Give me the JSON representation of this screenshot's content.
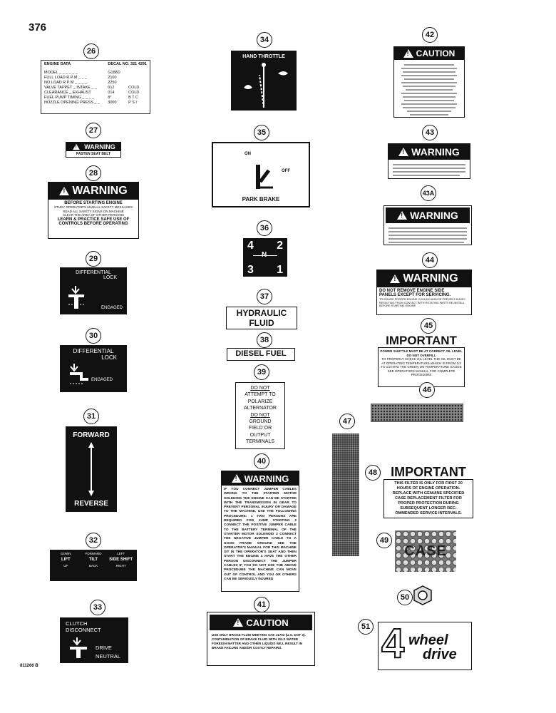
{
  "page_number": "376",
  "footer_code": "811266 B",
  "items": {
    "26": {
      "num": "26",
      "title": "ENGINE DATA",
      "decal": "DECAL NO. 321 4291",
      "rows": [
        [
          "MODEL _ _ _ _ _ _",
          "G188D",
          ""
        ],
        [
          "FULL LOAD R P M _ _ _",
          "2100",
          ""
        ],
        [
          "NO LOAD R P M _ _ _ _",
          "2250",
          ""
        ],
        [
          "VALVE TAPPET _ INTAKE _ _",
          "012",
          "COLD"
        ],
        [
          "CLEARANCE _ EXHAUST",
          "014",
          "COLD"
        ],
        [
          "FUEL PUMP TIMING _ _ _ _",
          "8°",
          "B T C"
        ],
        [
          "NOZZLE OPENING PRESS _ _",
          "3000",
          "P S I"
        ]
      ]
    },
    "27": {
      "num": "27",
      "head": "WARNING",
      "text": "FASTEN SEAT BELT"
    },
    "28": {
      "num": "28",
      "head": "WARNING",
      "l1": "BEFORE STARTING ENGINE",
      "l2": "STUDY OPERATOR'S MANUAL SAFETY MESSAGES",
      "l3": "READ ALL SAFETY SIGNS ON MACHINE",
      "l4": "CLEAR THE AREA OF OTHER PERSONS",
      "l5": "LEARN & PRACTICE SAFE USE OF",
      "l6": "CONTROLS BEFORE OPERATING"
    },
    "29": {
      "num": "29",
      "l1": "DIFFERENTIAL",
      "l2": "LOCK",
      "l3": "ENGAGED"
    },
    "30": {
      "num": "30",
      "l1": "DIFFERENTIAL",
      "l2": "LOCK",
      "l3": "ENGAGED"
    },
    "31": {
      "num": "31",
      "top": "FORWARD",
      "bottom": "REVERSE"
    },
    "32": {
      "num": "32",
      "labels": [
        "DOWN",
        "FORWARD",
        "LEFT",
        "LIFT",
        "TILT",
        "SIDE SHIFT",
        "UP",
        "BACK",
        "RIGHT"
      ]
    },
    "33": {
      "num": "33",
      "l1": "CLUTCH",
      "l2": "DISCONNECT",
      "l3": "DRIVE",
      "l4": "NEUTRAL"
    },
    "34": {
      "num": "34",
      "title": "HAND THROTTLE"
    },
    "35": {
      "num": "35",
      "on": "ON",
      "off": "OFF",
      "title": "PARK BRAKE"
    },
    "36": {
      "num": "36",
      "g4": "4",
      "g2": "2",
      "gn": "N",
      "g3": "3",
      "g1": "1"
    },
    "37": {
      "num": "37",
      "l1": "HYDRAULIC",
      "l2": "FLUID"
    },
    "38": {
      "num": "38",
      "text": "DIESEL FUEL"
    },
    "39": {
      "num": "39",
      "lines": [
        "DO NOT",
        "ATTEMPT TO",
        "POLARIZE",
        "ALTERNATOR",
        "DO NOT",
        "GROUND",
        "FIELD OR",
        "OUTPUT",
        "TERMINALS"
      ]
    },
    "40": {
      "num": "40",
      "head": "WARNING",
      "body": "IF YOU CONNECT JUMPER CABLES WRONG TO THE STARTER MOTOR SOLENOID THE ENGINE CAN BE STARTED WITH THE TRANSMISSION IN GEAR TO PREVENT PERSONAL INJURY OR DAMAGE TO THE MACHINE, USE THE FOLLOWING PROCEDURE: 1 TWO PERSONS ARE REQUIRED FOR JUMP STARTING 2 CONNECT THE POSITIVE JUMPER CABLE TO THE BATTERY TERMINAL OF THE STARTER MOTOR SOLENOID 3 CONNECT THE NEGATIVE JUMPER CABLE TO A GOOD FRAME GROUND SEE THE OPERATOR'S MANUAL FOR THIS MACHINE SIT IN THE OPERATOR'S SEAT AND THEN START THE ENGINE 4 HAVE THE OTHER PERSON DISCONNECT THE JUMPER CABLES IF YOU DO NOT USE THE ABOVE PROCEDURE THE MACHINE CAN MOVE OUT OF CONTROL AND YOU OR OTHERS CAN BE SERIOUSLY INJURED"
    },
    "41": {
      "num": "41",
      "head": "CAUTION",
      "body": "USE ONLY BRAKE FLUID MEETING SAE J1703 (U.S. DOT 3). CONTAMINATION OF BRAKE FLUID WITH OILS WATER FOREIGN MATTER AND OTHER LIQUIDS WILL RESULT IN BRAKE FAILURE AND/OR COSTLY REPAIRS."
    },
    "42": {
      "num": "42",
      "head": "CAUTION"
    },
    "43": {
      "num": "43",
      "head": "WARNING"
    },
    "43A": {
      "num": "43A",
      "head": "WARNING"
    },
    "44": {
      "num": "44",
      "head": "WARNING",
      "l1": "DO NOT REMOVE ENGINE SIDE",
      "l2": "PANELS EXCEPT FOR SERVICING.",
      "l3": "TO INSURE PROPER ENGINE COOLING AND/OR PREVENT INJURY RESULTING FROM CONTACT WITH ROTATING PARTS RE-INSTALL BEFORE STARTING ENGINE"
    },
    "45": {
      "num": "45",
      "head": "IMPORTANT",
      "l1": "POWER SHUTTLE MUST BE AT CORRECT OIL LEVEL",
      "l2": "DO NOT OVERFILL",
      "l3": "TO PROPERLY CHECK OIL LEVEL THE OIL MUST BE AT OPERATING TEMPERATURE WHICH IS FROM 1/3 TO 1/2 INTO THE GREEN ON TEMPERATURE GAUGE SEE OPERATORS MANUAL FOR COMPLETE PROCEDURE"
    },
    "46": {
      "num": "46"
    },
    "47": {
      "num": "47"
    },
    "48": {
      "num": "48",
      "head": "IMPORTANT",
      "body": [
        "THIS FILTER IS ONLY FOR FIRST 20",
        "HOURS OF ENGINE OPERATION.",
        "REPLACE WITH GENUINE SPECIFIED",
        "CASE REPLACEMENT FILTER FOR",
        "PROPER PROTECTION DURING",
        "SUBSEQUENT LONGER REC-",
        "OMMENDED SERVICE INTERVALS."
      ]
    },
    "49": {
      "num": "49",
      "text": "CASE"
    },
    "50": {
      "num": "50"
    },
    "51": {
      "num": "51",
      "big": "4",
      "w1": "wheel",
      "w2": "drive"
    }
  }
}
